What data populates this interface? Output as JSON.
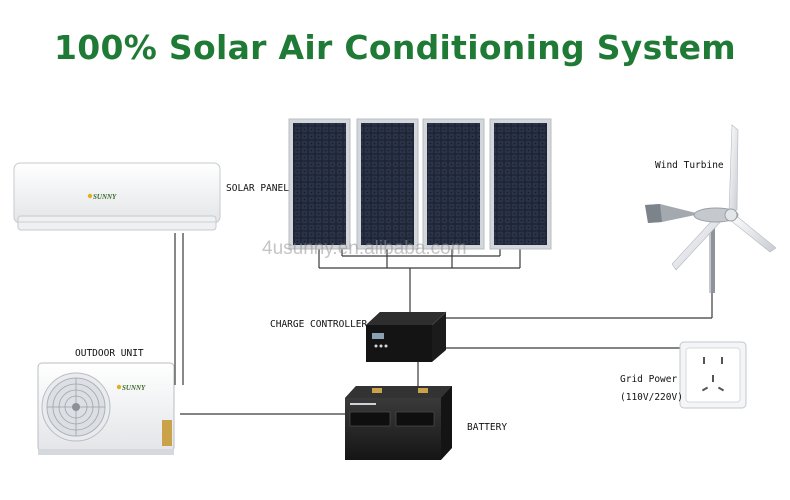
{
  "title": "100% Solar Air Conditioning System",
  "watermark": "4usunny.en.alibaba.com",
  "labels": {
    "solar_panel": "SOLAR PANEL",
    "wind_turbine": "Wind Turbine",
    "charge_controller": "CHARGE CONTROLLER",
    "outdoor_unit": "OUTDOOR UNIT",
    "battery": "BATTERY",
    "grid_power": "Grid Power",
    "grid_voltage": "(110V/220V)"
  },
  "brand": "SUNNY",
  "colors": {
    "title": "#1f7a35",
    "panel_cell": "#1c2230",
    "frame": "#c9ccd1",
    "wire": "#3a3a3a"
  }
}
